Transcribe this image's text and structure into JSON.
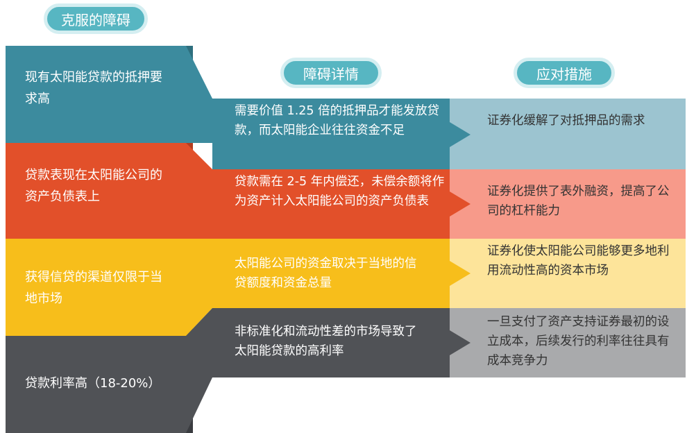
{
  "header": {
    "overcome": "克服的障碍",
    "details": "障碍详情",
    "measures": "应对措施"
  },
  "colors": {
    "teal": "#3c8b9e",
    "orange": "#e2502a",
    "yellow": "#f7be1b",
    "gray": "#505256",
    "pill": "#57b6c2"
  },
  "rows": [
    {
      "barrier": "现有太阳能贷款的抵押要求高",
      "detail": "需要价值 1.25 倍的抵押品才能发放贷款，而太阳能企业往往资金不足",
      "measure": "证券化缓解了对抵押品的需求"
    },
    {
      "barrier": "贷款表现在太阳能公司的资产负债表上",
      "detail": "贷款需在 2-5 年内偿还，未偿余额将作为资产计入太阳能公司的资产负债表",
      "measure": "证券化提供了表外融资，提高了公司的杠杆能力"
    },
    {
      "barrier": "获得信贷的渠道仅限于当地市场",
      "detail": "太阳能公司的资金取决于当地的信贷额度和资金总量",
      "measure": "证券化使太阳能公司能够更多地利用流动性高的资本市场"
    },
    {
      "barrier": "贷款利率高（18-20%）",
      "detail": "非标准化和流动性差的市场导致了太阳能贷款的高利率",
      "measure": "一旦支付了资产支持证券最初的设立成本，后续发行的利率往往具有成本竞争力"
    }
  ]
}
